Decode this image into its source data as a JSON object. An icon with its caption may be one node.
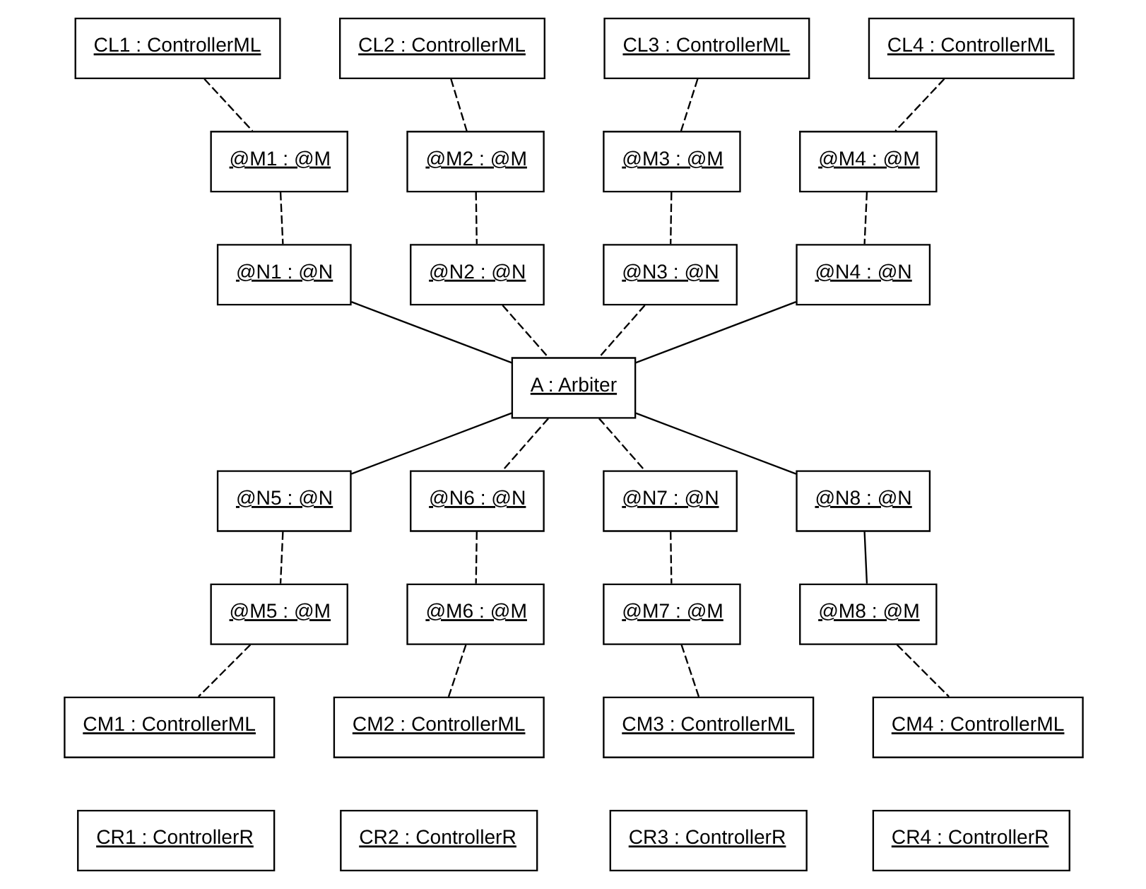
{
  "diagram": {
    "nodes": [
      {
        "text": [
          "CL1 : ControllerML"
        ]
      },
      {
        "text": [
          "CL2 : ControllerML"
        ]
      },
      {
        "text": [
          "CL3 : ControllerML"
        ]
      },
      {
        "text": [
          "CL4 : ControllerML"
        ]
      },
      {
        "text": [
          "@M1 : @M"
        ]
      },
      {
        "text": [
          "@M2 : @M"
        ]
      },
      {
        "text": [
          "@M3 : @M"
        ]
      },
      {
        "text": [
          "@M4 : @M"
        ]
      },
      {
        "text": [
          "@N1 : @N"
        ]
      },
      {
        "text": [
          "@N2 : @N"
        ]
      },
      {
        "text": [
          "@N3 : @N"
        ]
      },
      {
        "text": [
          "@N4 : @N"
        ]
      },
      {
        "text": [
          "A : Arbiter"
        ]
      },
      {
        "text": [
          "@N5 : @N"
        ]
      },
      {
        "text": [
          "@N6 : @N"
        ]
      },
      {
        "text": [
          "@N7 : @N"
        ]
      },
      {
        "text": [
          "@N8 : @N"
        ]
      },
      {
        "text": [
          "@M5 : @M"
        ]
      },
      {
        "text": [
          "@M6 : @M"
        ]
      },
      {
        "text": [
          "@M7 : @M"
        ]
      },
      {
        "text": [
          "@M8 : @M"
        ]
      },
      {
        "text": [
          "CM1 : ControllerML"
        ]
      },
      {
        "text": [
          "CM2 : ControllerML"
        ]
      },
      {
        "text": [
          "CM3 : ControllerML"
        ]
      },
      {
        "text": [
          "CM4 : ControllerML"
        ]
      },
      {
        "text": [
          "CR1 : ControllerR"
        ]
      },
      {
        "text": [
          "CR2 : ControllerR"
        ]
      },
      {
        "text": [
          "CR3 : ControllerR"
        ]
      },
      {
        "text": [
          "CR4 : ControllerR"
        ]
      }
    ],
    "edges": [
      {
        "from": 0,
        "to": 4,
        "arrow": "none",
        "style": "dashed"
      },
      {
        "from": 1,
        "to": 5,
        "arrow": "none",
        "style": "dashed"
      },
      {
        "from": 2,
        "to": 6,
        "arrow": "none",
        "style": "dashed"
      },
      {
        "from": 3,
        "to": 7,
        "arrow": "none",
        "style": "dashed"
      },
      {
        "from": 4,
        "to": 8,
        "arrow": "none",
        "style": "dashed"
      },
      {
        "from": 5,
        "to": 9,
        "arrow": "none",
        "style": "dashed"
      },
      {
        "from": 6,
        "to": 10,
        "arrow": "none",
        "style": "dashed"
      },
      {
        "from": 7,
        "to": 11,
        "arrow": "none",
        "style": "dashed"
      },
      {
        "from": 8,
        "to": 12,
        "arrow": "none"
      },
      {
        "from": 9,
        "to": 12,
        "arrow": "none",
        "style": "dashed"
      },
      {
        "from": 10,
        "to": 12,
        "arrow": "none",
        "style": "dashed"
      },
      {
        "from": 11,
        "to": 12,
        "arrow": "none"
      },
      {
        "from": 12,
        "to": 13,
        "arrow": "none"
      },
      {
        "from": 12,
        "to": 14,
        "arrow": "none",
        "style": "dashed"
      },
      {
        "from": 12,
        "to": 15,
        "arrow": "none",
        "style": "dashed"
      },
      {
        "from": 12,
        "to": 16,
        "arrow": "none"
      },
      {
        "from": 13,
        "to": 17,
        "arrow": "none",
        "style": "dashed"
      },
      {
        "from": 14,
        "to": 18,
        "arrow": "none",
        "style": "dashed"
      },
      {
        "from": 15,
        "to": 19,
        "arrow": "none",
        "style": "dashed"
      },
      {
        "from": 16,
        "to": 20,
        "arrow": "none"
      },
      {
        "from": 17,
        "to": 21,
        "arrow": "none",
        "style": "dashed"
      },
      {
        "from": 18,
        "to": 22,
        "arrow": "none",
        "style": "dashed"
      },
      {
        "from": 19,
        "to": 23,
        "arrow": "none",
        "style": "dashed"
      },
      {
        "from": 20,
        "to": 24,
        "arrow": "none",
        "style": "dashed"
      }
    ]
  }
}
